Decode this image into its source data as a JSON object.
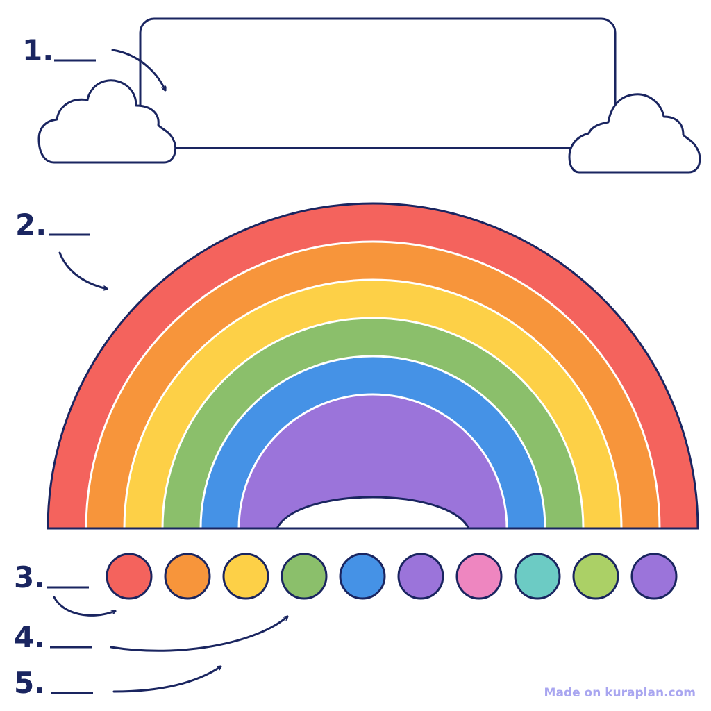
{
  "colors": {
    "outline": "#1a2560",
    "red": "#f4635d",
    "orange": "#f7953b",
    "yellow": "#fdd047",
    "green": "#8bbf6b",
    "blue": "#4592e6",
    "purple": "#9b74da",
    "watermark": "#a9a6f0"
  },
  "labels": [
    {
      "number": "1."
    },
    {
      "number": "2."
    },
    {
      "number": "3."
    },
    {
      "number": "4."
    },
    {
      "number": "5."
    }
  ],
  "rainbow_bands": [
    "red",
    "orange",
    "yellow",
    "green",
    "blue",
    "purple"
  ],
  "swatches": [
    {
      "color": "#f4635d",
      "name": "red"
    },
    {
      "color": "#f7953b",
      "name": "orange"
    },
    {
      "color": "#fdd047",
      "name": "yellow"
    },
    {
      "color": "#8bbf6b",
      "name": "green"
    },
    {
      "color": "#4592e6",
      "name": "blue"
    },
    {
      "color": "#9b74da",
      "name": "purple"
    },
    {
      "color": "#ee86c0",
      "name": "pink"
    },
    {
      "color": "#6ccbc4",
      "name": "teal"
    },
    {
      "color": "#abd066",
      "name": "lime"
    },
    {
      "color": "#9b74da",
      "name": "violet"
    }
  ],
  "watermark": "Made on kuraplan.com"
}
